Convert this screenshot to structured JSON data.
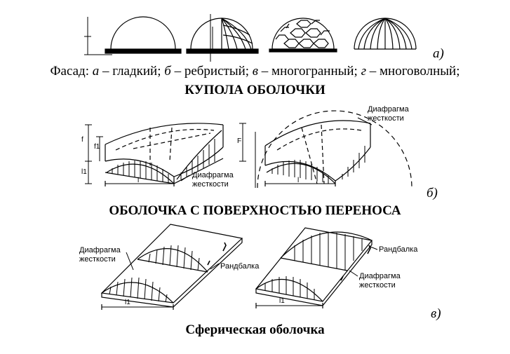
{
  "part_a": {
    "letter": "а)",
    "caption_prefix": "Фасад: ",
    "items": [
      {
        "key": "а",
        "text": " – гладкий; "
      },
      {
        "key": "б",
        "text": " – ребристый; "
      },
      {
        "key": "в",
        "text": " – многогранный; "
      },
      {
        "key": "г",
        "text": " – многоволный;"
      }
    ],
    "heading": "КУПОЛА ОБОЛОЧКИ"
  },
  "part_b": {
    "letter": "б)",
    "diaphragm_label": "Диафрагма\nжесткости",
    "diaphragm_label_2": "Диафрагма\nжесткости",
    "dims": [
      "f",
      "f1",
      "l1",
      "l",
      "F",
      "l"
    ],
    "heading": "ОБОЛОЧКА С ПОВЕРХНОСТЬЮ ПЕРЕНОСА"
  },
  "part_v": {
    "letter": "в)",
    "diaphragm_label": "Диафрагма\nжесткости",
    "diaphragm_label_2": "Диафрагма\nжесткости",
    "randbalka_label": "Рандбалка",
    "randbalka_label_2": "Рандбалка",
    "dims": [
      "l1",
      "l1"
    ],
    "caption": "Сферическая оболочка"
  }
}
